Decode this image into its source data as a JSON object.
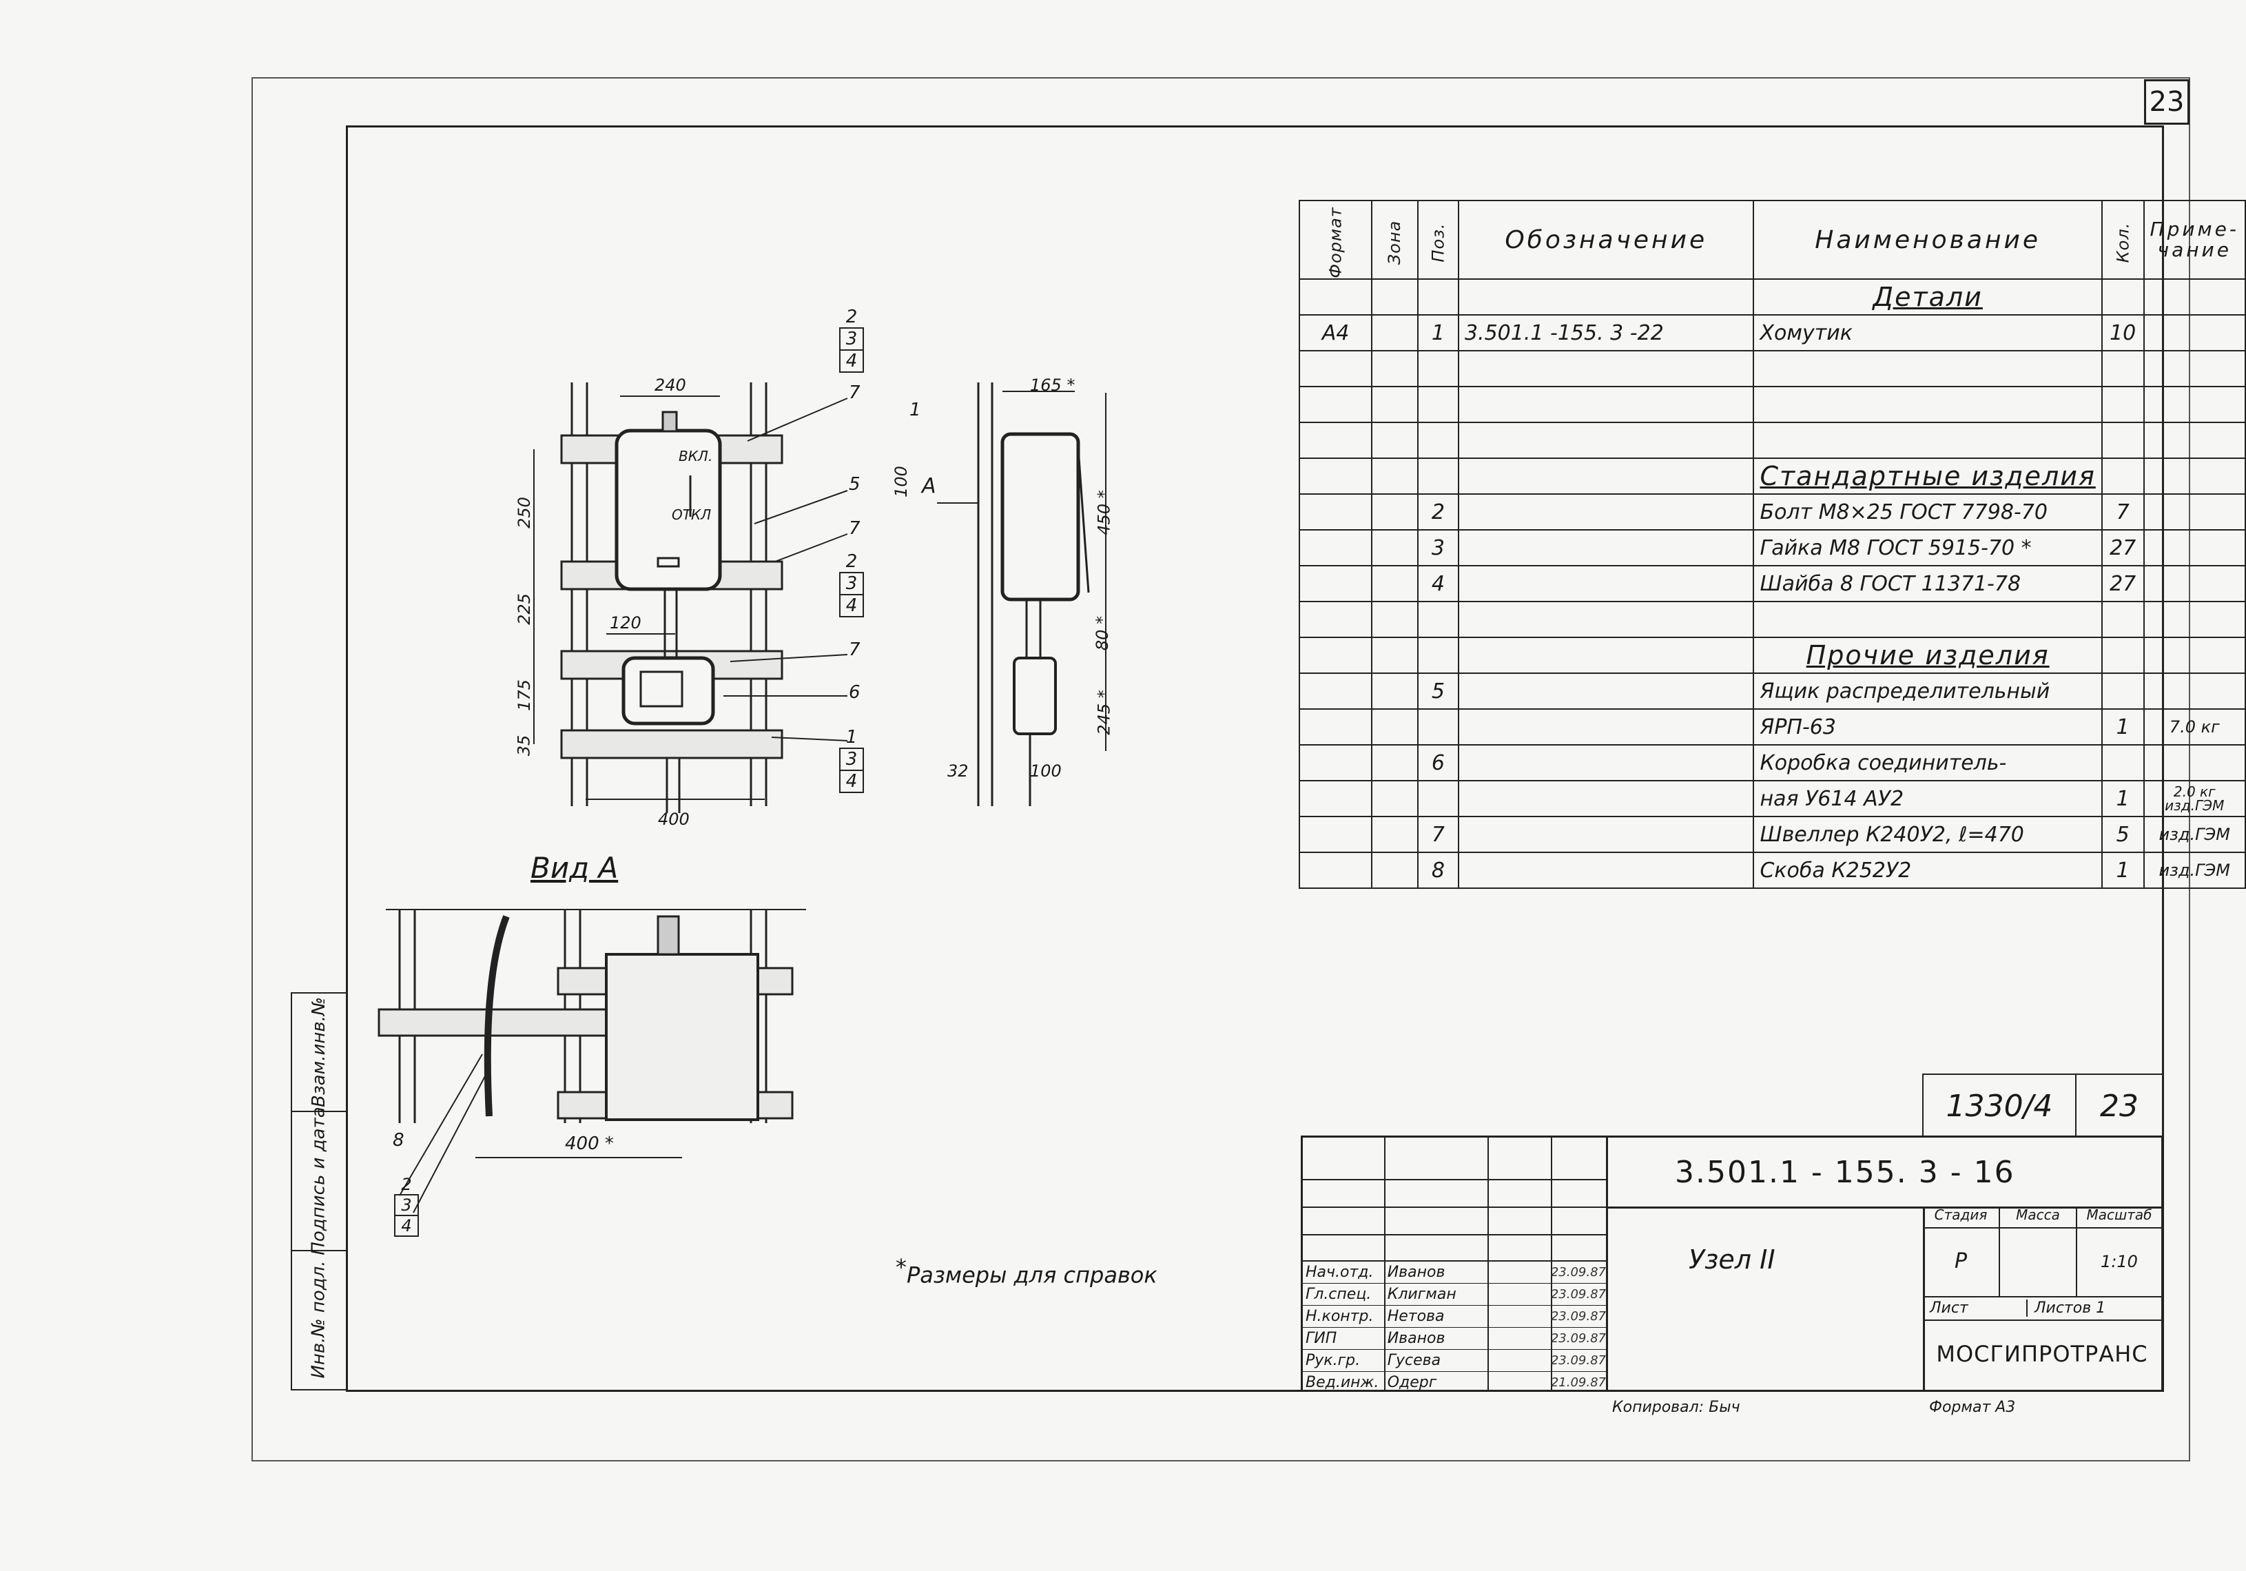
{
  "sheet": {
    "corner_number": "23",
    "view_label": "Вид А",
    "note": "Размеры для справок",
    "note_star": "*"
  },
  "drawing": {
    "dims": {
      "d240": "240",
      "d250": "250",
      "d225": "225",
      "d175": "175",
      "d35": "35",
      "d120": "120",
      "d100": "100",
      "d400": "400",
      "d165": "165 *",
      "d450": "450 *",
      "d80": "80 *",
      "d245": "245 *",
      "d32": "32",
      "d100b": "100",
      "d400b": "400 *"
    },
    "labels": {
      "vkl": "ВКЛ.",
      "otkl": "ОТКЛ",
      "a": "А",
      "p2a": "2",
      "p3a": "3",
      "p4a": "4",
      "p7a": "7",
      "p5": "5",
      "p7b": "7",
      "p2b": "2",
      "p3b": "3",
      "p4b": "4",
      "p7c": "7",
      "p6": "6",
      "p1a": "1",
      "p3c": "3",
      "p4c": "4",
      "p1b": "1",
      "p8": "8",
      "p2c": "2",
      "p3d": "3",
      "p4d": "4"
    }
  },
  "spec_table": {
    "headers": {
      "format": "Формат",
      "zone": "Зона",
      "pos": "Поз.",
      "designation": "Обозначение",
      "name": "Наименование",
      "qty": "Кол.",
      "note": "Приме- чание"
    },
    "sections": {
      "details": "Детали",
      "standard": "Стандартные изделия",
      "other": "Прочие изделия"
    },
    "rows": [
      {
        "format": "А4",
        "pos": "1",
        "designation": "3.501.1 -155. 3 -22",
        "name": "Хомутик",
        "qty": "10",
        "note": ""
      },
      {
        "format": "",
        "pos": "2",
        "designation": "",
        "name": "Болт М8×25 ГОСТ 7798-70",
        "qty": "7",
        "note": ""
      },
      {
        "format": "",
        "pos": "3",
        "designation": "",
        "name": "Гайка М8 ГОСТ 5915-70 *",
        "qty": "27",
        "note": ""
      },
      {
        "format": "",
        "pos": "4",
        "designation": "",
        "name": "Шайба 8 ГОСТ 11371-78",
        "qty": "27",
        "note": ""
      },
      {
        "format": "",
        "pos": "5",
        "designation": "",
        "name": "Ящик распределительный",
        "qty": "",
        "note": ""
      },
      {
        "format": "",
        "pos": "",
        "designation": "",
        "name": "ЯРП-63",
        "qty": "1",
        "note": "7.0 кг"
      },
      {
        "format": "",
        "pos": "6",
        "designation": "",
        "name": "Коробка соединитель-",
        "qty": "",
        "note": ""
      },
      {
        "format": "",
        "pos": "",
        "designation": "",
        "name": "ная У614 АУ2",
        "qty": "1",
        "note": "2.0 кг изд.ГЭМ"
      },
      {
        "format": "",
        "pos": "7",
        "designation": "",
        "name": "Швеллер К240У2, ℓ=470",
        "qty": "5",
        "note": "изд.ГЭМ"
      },
      {
        "format": "",
        "pos": "8",
        "designation": "",
        "name": "Скоба К252У2",
        "qty": "1",
        "note": "изд.ГЭМ"
      }
    ]
  },
  "title_block": {
    "inventory": "1330/4",
    "sheet_no": "23",
    "designation": "3.501.1 - 155. 3 - 16",
    "title": "Узел II",
    "stage_label": "Стадия",
    "mass_label": "Масса",
    "scale_label": "Масштаб",
    "stage": "Р",
    "scale": "1:10",
    "sheet_label": "Лист",
    "sheets_label": "Листов 1",
    "org": "МОСГИПРОТРАНС",
    "copied": "Копировал: Быч",
    "format": "Формат А3",
    "people": [
      {
        "role": "Нач.отд.",
        "name": "Иванов",
        "date": "23.09.87"
      },
      {
        "role": "Гл.спец.",
        "name": "Клигман",
        "date": "23.09.87"
      },
      {
        "role": "Н.контр.",
        "name": "Нетова",
        "date": "23.09.87"
      },
      {
        "role": "ГИП",
        "name": "Иванов",
        "date": "23.09.87"
      },
      {
        "role": "Рук.гр.",
        "name": "Гусева",
        "date": "23.09.87"
      },
      {
        "role": "Вед.инж.",
        "name": "Одерг",
        "date": "21.09.87"
      }
    ]
  },
  "left_strip": {
    "inv_sub": "Взам.инв.№",
    "sign_date": "Подпись и дата",
    "inv_orig": "Инв.№ подл."
  }
}
